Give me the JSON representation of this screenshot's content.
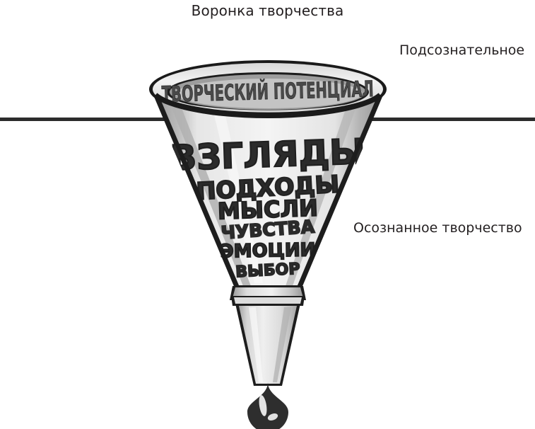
{
  "diagram": {
    "title": "Воронка творчества",
    "type": "funnel-illustration"
  },
  "zones": {
    "upper_label": "Подсознательное",
    "lower_label": "Осознанное творчество"
  },
  "funnel": {
    "rim_label": "ТВОРЧЕСКИЙ ПОТЕНЦИАЛ",
    "cone_words": [
      "ВЗГЛЯДЫ",
      "ПОДХОДЫ",
      "МЫСЛИ",
      "ЧУВСТВА",
      "ЭМОЦИИ",
      "ВЫБОР"
    ],
    "droplet": "drop"
  },
  "colors": {
    "ink": "#231f20",
    "outline": "#1a1a1a",
    "divider": "#2c2c2c",
    "body_light": "#e8e8e8",
    "body_mid": "#c9c9c9",
    "body_shade": "#a3a3a3",
    "rim_light": "#efefef",
    "interior": "#f5f5f5",
    "droplet": "#3a3a3a",
    "background": "#ffffff"
  }
}
